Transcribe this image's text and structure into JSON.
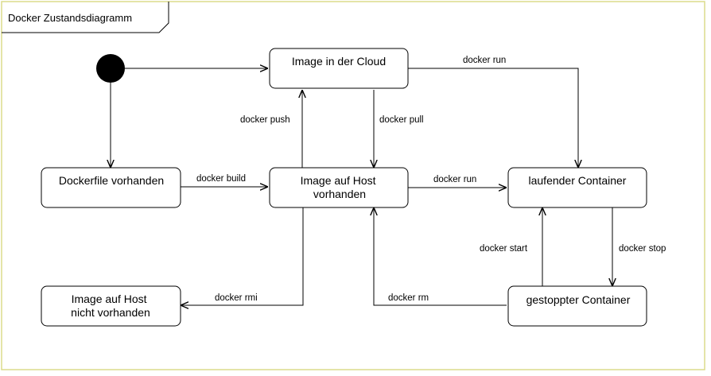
{
  "diagram": {
    "frame_title": "Docker Zustandsdiagramm",
    "colors": {
      "frame_border": "#dcdc8c",
      "line": "#000000",
      "state_fill": "#ffffff",
      "initial_fill": "#000000"
    },
    "states": {
      "cloud": [
        "Image in der Cloud"
      ],
      "dockerfile": [
        "Dockerfile vorhanden"
      ],
      "host": [
        "Image auf Host",
        "vorhanden"
      ],
      "running": [
        "laufender Container"
      ],
      "no_image": [
        "Image auf Host",
        "nicht vorhanden"
      ],
      "stopped": [
        "gestoppter Container"
      ]
    },
    "transitions": {
      "initial_to_cloud": "",
      "initial_to_dockerfile": "",
      "run_from_cloud": "docker run",
      "push": "docker push",
      "pull": "docker pull",
      "build": "docker build",
      "run_from_host": "docker run",
      "start": "docker start",
      "stop": "docker stop",
      "rmi": "docker rmi",
      "rm": "docker rm"
    }
  }
}
